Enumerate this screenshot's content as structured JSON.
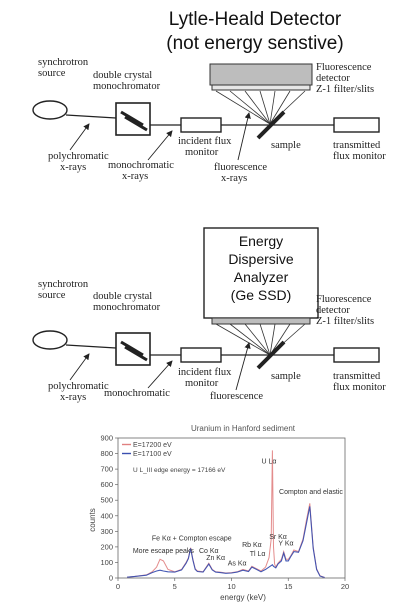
{
  "title": {
    "line1": "Lytle-Heald Detector",
    "line2": "(not energy senstive)"
  },
  "diagram1": {
    "synchrotron": [
      "synchrotron",
      "source"
    ],
    "mono": [
      "double crystal",
      "monochromator"
    ],
    "detector": [
      "Fluorescence",
      "detector",
      "Z-1 filter/slits"
    ],
    "poly": [
      "polychromatic",
      "x-rays"
    ],
    "monox": [
      "monochromatic",
      "x-rays"
    ],
    "incident": [
      "incident flux",
      "monitor"
    ],
    "fluor": [
      "fluorescence",
      "x-rays"
    ],
    "sample": "sample",
    "transmitted": [
      "transmitted",
      "flux monitor"
    ]
  },
  "diagram2": {
    "analyzer": [
      "Energy",
      "Dispersive",
      "Analyzer",
      "(Ge SSD)"
    ],
    "synchrotron": [
      "synchrotron",
      "source"
    ],
    "mono": [
      "double crystal",
      "monochromator"
    ],
    "detector": [
      "Fluorescence",
      "detector",
      "Z-1 filter/slits"
    ],
    "poly": [
      "polychromatic",
      "x-rays"
    ],
    "monox": "monochromatic",
    "incident": [
      "incident flux",
      "monitor"
    ],
    "fluor": "fluorescence",
    "sample": "sample",
    "transmitted": [
      "transmitted",
      "flux monitor"
    ]
  },
  "chart_data": {
    "type": "line",
    "title": "Uranium in Hanford sediment",
    "xlabel": "energy (keV)",
    "ylabel": "counts",
    "xlim": [
      0,
      20
    ],
    "ylim": [
      0,
      900
    ],
    "xticks": [
      0,
      5,
      10,
      15,
      20
    ],
    "yticks": [
      0,
      100,
      200,
      300,
      400,
      500,
      600,
      700,
      800,
      900
    ],
    "legend_position": "top-left",
    "note": "U L_III edge energy = 17166 eV",
    "series": [
      {
        "name": "E=17200 eV",
        "color": "#e08080",
        "x": [
          0.8,
          1.5,
          2.5,
          3.0,
          3.4,
          3.7,
          4.0,
          4.4,
          5.0,
          5.6,
          6.0,
          6.2,
          6.4,
          6.6,
          6.8,
          7.0,
          7.5,
          8.0,
          8.3,
          8.6,
          9.0,
          9.5,
          10.0,
          10.5,
          11.0,
          11.5,
          11.8,
          12.2,
          12.6,
          13.0,
          13.3,
          13.5,
          13.6,
          13.7,
          13.8,
          13.9,
          14.1,
          14.4,
          14.6,
          14.8,
          15.0,
          15.2,
          15.5,
          15.9,
          16.3,
          16.6,
          16.9,
          17.2,
          17.5,
          17.8,
          18.2
        ],
        "y": [
          5,
          10,
          20,
          40,
          70,
          120,
          110,
          55,
          40,
          55,
          100,
          130,
          195,
          120,
          60,
          45,
          40,
          95,
          55,
          40,
          38,
          32,
          35,
          40,
          55,
          45,
          75,
          60,
          45,
          70,
          130,
          250,
          820,
          200,
          90,
          70,
          95,
          120,
          170,
          120,
          120,
          140,
          180,
          170,
          250,
          370,
          480,
          200,
          60,
          15,
          3
        ]
      },
      {
        "name": "E=17100 eV",
        "color": "#3a4fb0",
        "x": [
          0.8,
          1.5,
          2.5,
          3.0,
          3.4,
          3.7,
          4.0,
          4.4,
          5.0,
          5.6,
          6.0,
          6.2,
          6.4,
          6.6,
          6.8,
          7.0,
          7.5,
          8.0,
          8.3,
          8.6,
          9.0,
          9.5,
          10.0,
          10.5,
          11.0,
          11.5,
          11.8,
          12.2,
          12.6,
          13.0,
          13.3,
          13.5,
          13.6,
          13.7,
          13.8,
          13.9,
          14.1,
          14.4,
          14.6,
          14.8,
          15.0,
          15.2,
          15.5,
          15.9,
          16.3,
          16.6,
          16.9,
          17.2,
          17.5,
          17.8,
          18.2
        ],
        "y": [
          5,
          10,
          18,
          35,
          45,
          50,
          45,
          40,
          38,
          52,
          95,
          125,
          190,
          115,
          55,
          42,
          38,
          90,
          52,
          38,
          35,
          30,
          32,
          38,
          50,
          42,
          70,
          55,
          40,
          55,
          70,
          80,
          85,
          75,
          70,
          65,
          90,
          110,
          160,
          110,
          110,
          135,
          170,
          165,
          240,
          350,
          460,
          190,
          55,
          12,
          3
        ]
      }
    ],
    "annotations": [
      {
        "text": "More escape peaks",
        "x": 4.0,
        "y": 160
      },
      {
        "text": "Fe Kα + Compton escape",
        "x": 6.5,
        "y": 240
      },
      {
        "text": "Co Kα",
        "x": 8.0,
        "y": 160
      },
      {
        "text": "Zn Kα",
        "x": 8.6,
        "y": 115
      },
      {
        "text": "As Kα",
        "x": 10.5,
        "y": 80
      },
      {
        "text": "Rb Kα",
        "x": 11.8,
        "y": 200
      },
      {
        "text": "Tl Lα",
        "x": 12.3,
        "y": 140
      },
      {
        "text": "U Lα",
        "x": 13.3,
        "y": 735
      },
      {
        "text": "Sr Kα",
        "x": 14.1,
        "y": 250
      },
      {
        "text": "Y Kα",
        "x": 14.8,
        "y": 210
      },
      {
        "text": "Compton and elastic",
        "x": 17.0,
        "y": 540
      }
    ]
  }
}
